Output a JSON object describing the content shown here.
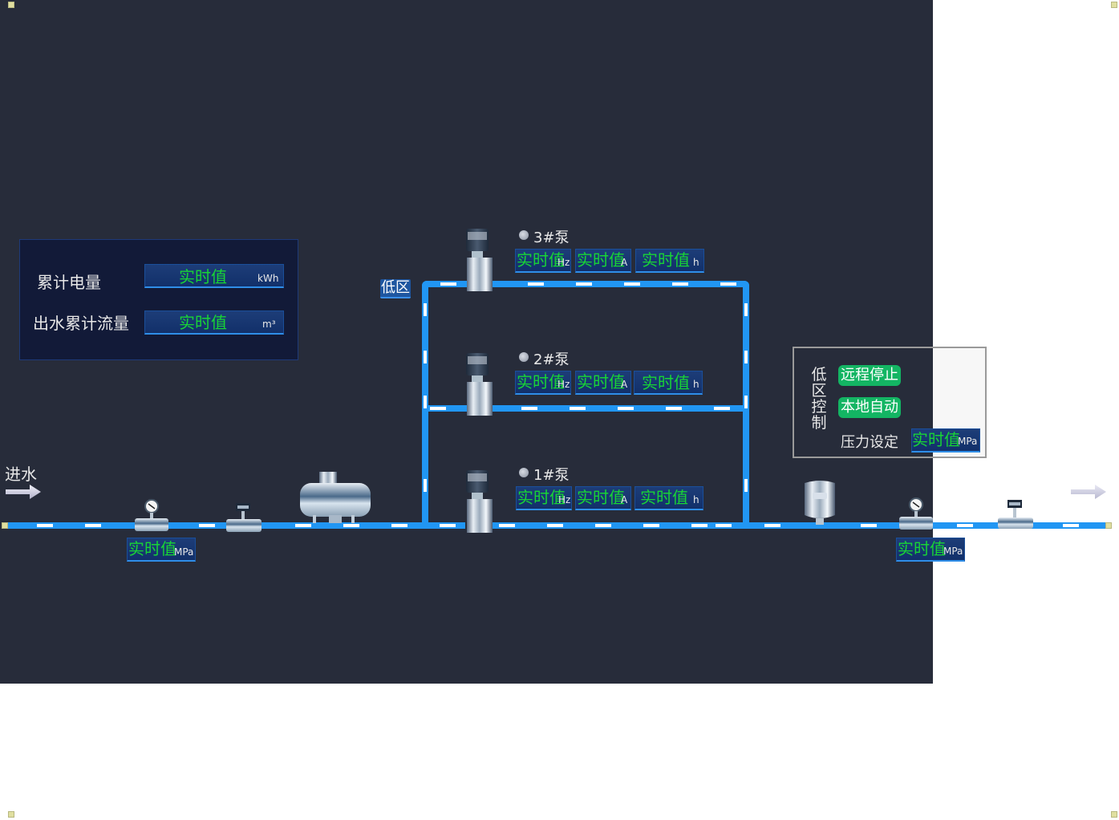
{
  "summary_panel": {
    "rows": [
      {
        "label": "累计电量",
        "value": "实时值",
        "unit": "kWh"
      },
      {
        "label": "出水累计流量",
        "value": "实时值",
        "unit": "m³"
      }
    ]
  },
  "zone_label": "低区",
  "inlet": {
    "label": "进水"
  },
  "pumps": [
    {
      "name": "3#泵",
      "status_color": "#a0a6b4",
      "readings": [
        {
          "value": "实时值",
          "unit": "Hz"
        },
        {
          "value": "实时值",
          "unit": "A"
        },
        {
          "value": "实时值",
          "unit": "h"
        }
      ]
    },
    {
      "name": "2#泵",
      "status_color": "#a0a6b4",
      "readings": [
        {
          "value": "实时值",
          "unit": "Hz"
        },
        {
          "value": "实时值",
          "unit": "A"
        },
        {
          "value": "实时值",
          "unit": "h"
        }
      ]
    },
    {
      "name": "1#泵",
      "status_color": "#a0a6b4",
      "readings": [
        {
          "value": "实时值",
          "unit": "Hz"
        },
        {
          "value": "实时值",
          "unit": "A"
        },
        {
          "value": "实时值",
          "unit": "h"
        }
      ]
    }
  ],
  "inlet_pressure": {
    "value": "实时值",
    "unit": "MPa"
  },
  "outlet_pressure": {
    "value": "实时值",
    "unit": "MPa"
  },
  "control": {
    "title": "低区控制",
    "title_chars": [
      "低",
      "区",
      "控",
      "制"
    ],
    "remote_button": "远程停止",
    "local_button": "本地自动",
    "pressure_label": "压力设定",
    "pressure_value": "实时值",
    "pressure_unit": "MPa"
  },
  "colors": {
    "background": "#272c3a",
    "pipe": "#2196f3",
    "value_text": "#18d436",
    "button_green": "#13b563"
  }
}
